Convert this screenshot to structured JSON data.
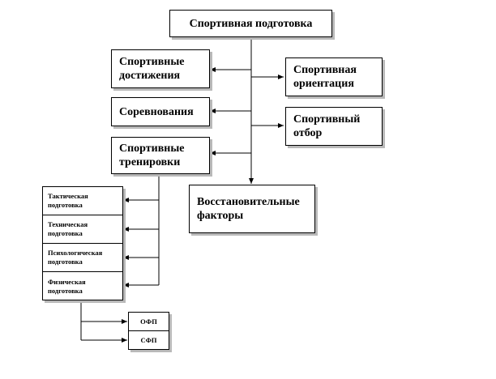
{
  "nodes": {
    "root": "Спортивная подготовка",
    "achievements": "Спортивные достижения",
    "competitions": "Соревнования",
    "trainings": "Спортивные тренировки",
    "orientation": "Спортивная ориентация",
    "selection": "Спортивный отбор",
    "recovery": "Восстановительные факторы",
    "tactical": "Тактическая подготовка",
    "technical": "Техническая подготовка",
    "psychological": "Психологическая подготовка",
    "physical": "Физическая подготовка",
    "ofp": "ОФП",
    "sfp": "СФП"
  }
}
